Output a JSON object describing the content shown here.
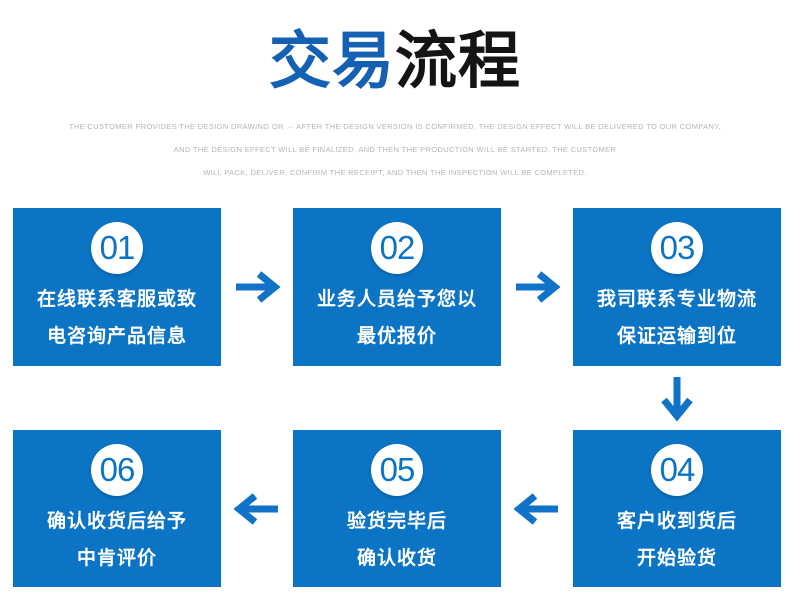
{
  "title": {
    "part1": "交易",
    "part2": "流程"
  },
  "subtitle": {
    "line1": "THE CUSTOMER PROVIDES THE DESIGN DRAWING OR → AFTER THE DESIGN VERSION IS CONFIRMED, THE DESIGN EFFECT WILL BE DELIVERED TO OUR COMPANY,",
    "line2": "AND THE DESIGN EFFECT WILL BE FINALIZED, AND THEN THE PRODUCTION WILL BE STARTED. THE CUSTOMER",
    "line3": "WILL PACK, DELIVER, CONFIRM THE RECEIPT, AND THEN THE INSPECTION WILL BE COMPLETED."
  },
  "steps": [
    {
      "number": "01",
      "line1": "在线联系客服或致",
      "line2": "电咨询产品信息"
    },
    {
      "number": "02",
      "line1": "业务人员给予您以",
      "line2": "最优报价"
    },
    {
      "number": "03",
      "line1": "我司联系专业物流",
      "line2": "保证运输到位"
    },
    {
      "number": "04",
      "line1": "客户收到货后",
      "line2": "开始验货"
    },
    {
      "number": "05",
      "line1": "验货完毕后",
      "line2": "确认收货"
    },
    {
      "number": "06",
      "line1": "确认收货后给予",
      "line2": "中肯评价"
    }
  ],
  "colors": {
    "box_blue": "#0b74c5",
    "title_blue": "#1460b3",
    "title_black": "#141414",
    "arrow_blue": "#1173c8",
    "subtitle_gray": "#b5b5b5",
    "number_blue": "#0b74c5",
    "step_text_white": "#ffffff"
  },
  "icons": {
    "arrow_right": "arrow-right-icon",
    "arrow_left": "arrow-left-icon",
    "arrow_down": "arrow-down-icon"
  }
}
